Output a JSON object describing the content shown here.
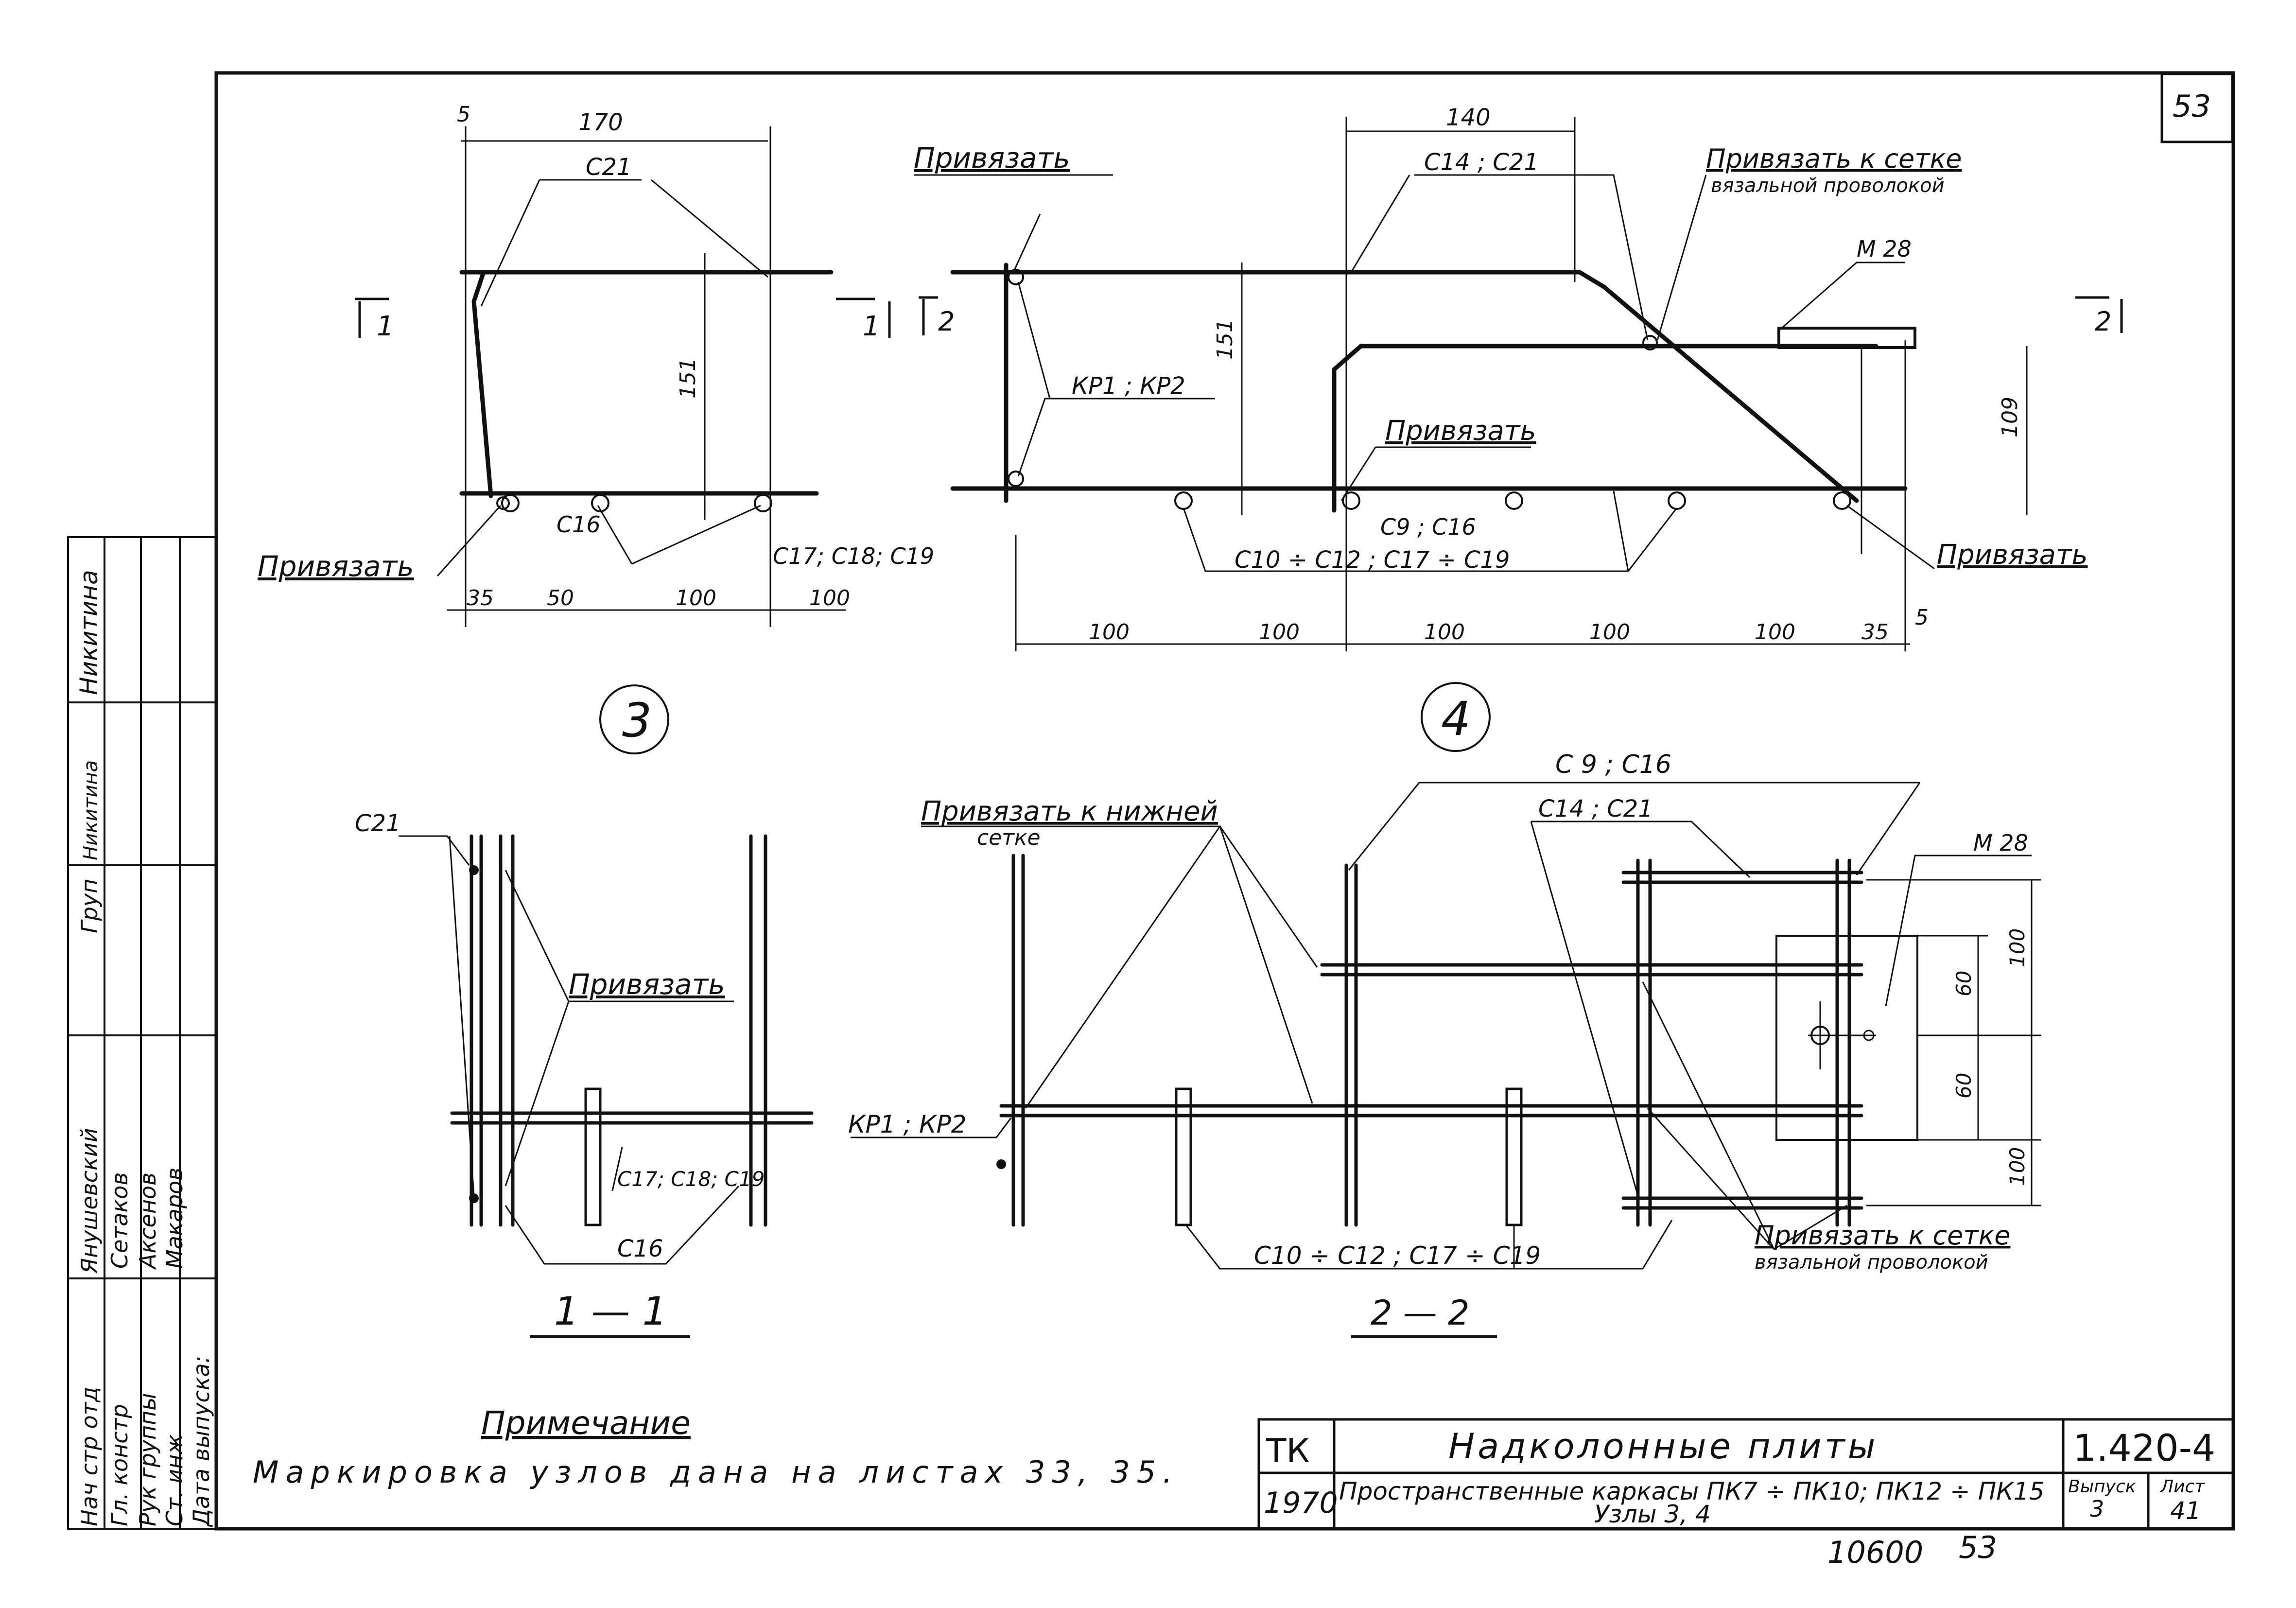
{
  "sheet_number": "53",
  "node3": {
    "top_dims": [
      "5",
      "170"
    ],
    "labels": [
      "С21",
      "151",
      "С16",
      "С17; С18; С19",
      "Привязать"
    ],
    "bottom_dims": [
      "35",
      "50",
      "100",
      "100"
    ],
    "section_mark": "1",
    "node_number": "3"
  },
  "node4": {
    "top_dim": "140",
    "labels": [
      "Привязать",
      "С14 ; С21",
      "КР1 ; КР2",
      "151",
      "Привязать",
      "С9 ; С16",
      "С10 ÷ С12 ;   С17 ÷ С19",
      "М 28",
      "109",
      "Привязать"
    ],
    "tie_note": [
      "Привязать к сетке",
      "вязальной проволокой"
    ],
    "bottom_dims": [
      "100",
      "100",
      "100",
      "100",
      "100",
      "35",
      "5"
    ],
    "section_mark": "2",
    "node_number": "4"
  },
  "section11": {
    "labels": [
      "С21",
      "Привязать",
      "С17; С18; С19",
      "С16"
    ],
    "title": "1 — 1"
  },
  "section22": {
    "labels": [
      "С 9 ; С16",
      "С14 ; С21",
      "М 28",
      "КР1 ; КР2",
      "С10 ÷ С12 ;   С17 ÷ С19"
    ],
    "tie_lower": [
      "Привязать к нижней",
      "сетке"
    ],
    "tie_note": [
      "Привязать к сетке",
      "вязальной проволокой"
    ],
    "dims": [
      "100",
      "60",
      "60",
      "100"
    ],
    "title": "2 — 2"
  },
  "note": {
    "heading": "Примечание",
    "text": "Маркировка узлов дана на листах 33, 35."
  },
  "title_block": {
    "tk": "ТК",
    "year": "1970",
    "title": "Надколонные плиты",
    "subtitle_1": "Пространственные каркасы ПК7 ÷ ПК10; ПК12 ÷ ПК15",
    "subtitle_2": "Узлы 3, 4",
    "doc_code": "1.420-4",
    "issue_label": "Выпуск",
    "issue_value": "3",
    "sheet_label": "Лист",
    "sheet_value": "41"
  },
  "stamp": {
    "roles": [
      "Нач стр отд",
      "Гл. констр",
      "Рук группы",
      "Ст. инж",
      "Дата выпуска:"
    ],
    "names": [
      "Янушевский",
      "Сетаков",
      "Аксенов",
      "Макаров"
    ],
    "top_block": [
      "Никитина",
      "Никитина",
      "Груп"
    ]
  },
  "archive_number": "10600",
  "archive_sheet": "53"
}
